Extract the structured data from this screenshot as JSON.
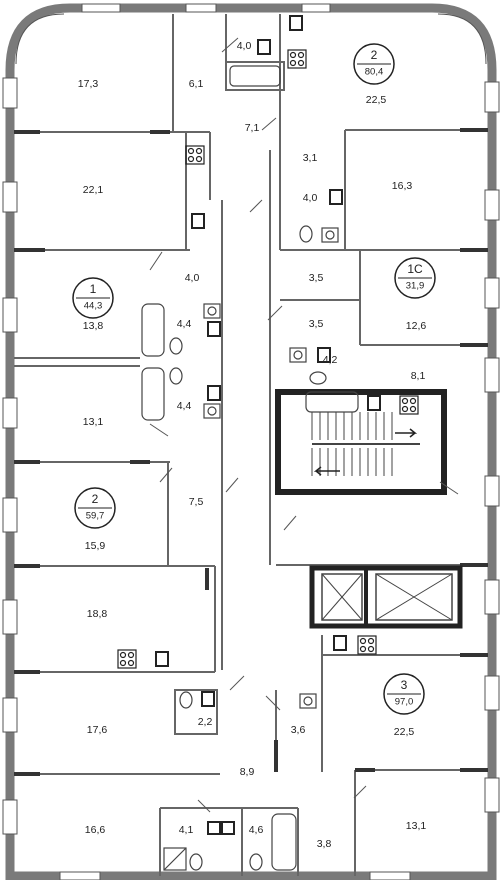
{
  "apartments": [
    {
      "number": "2",
      "area": "80,4"
    },
    {
      "number": "1",
      "area": "44,3"
    },
    {
      "number": "1С",
      "area": "31,9"
    },
    {
      "number": "2",
      "area": "59,7"
    },
    {
      "number": "3",
      "area": "97,0"
    }
  ],
  "rooms": [
    "17,3",
    "6,1",
    "4,0",
    "22,5",
    "7,1",
    "22,1",
    "3,1",
    "16,3",
    "4,0",
    "4,0",
    "3,5",
    "13,8",
    "4,4",
    "3,5",
    "12,6",
    "4,2",
    "8,1",
    "13,1",
    "4,4",
    "7,5",
    "15,9",
    "18,8",
    "2,2",
    "17,6",
    "3,6",
    "22,5",
    "8,9",
    "16,6",
    "4,1",
    "4,6",
    "3,8",
    "13,1"
  ],
  "colors": {
    "wall": "#7a7a7a",
    "wall_dark": "#333333",
    "line": "#555555",
    "window": "#ffffff",
    "fixture": "#444444"
  }
}
